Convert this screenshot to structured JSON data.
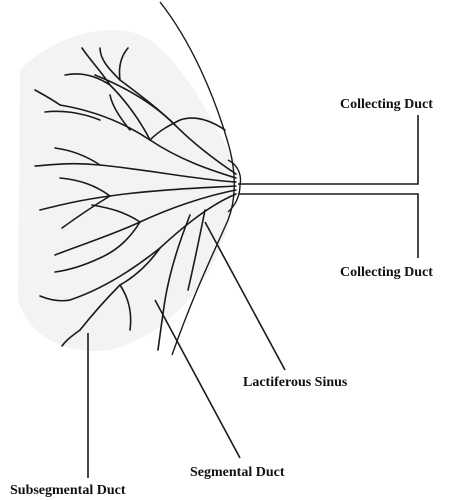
{
  "labels": {
    "collecting_duct_top": "Collecting Duct",
    "collecting_duct_bottom": "Collecting Duct",
    "lactiferous_sinus": "Lactiferous Sinus",
    "segmental_duct": "Segmental Duct",
    "subsegmental_duct": "Subsegmental Duct"
  }
}
